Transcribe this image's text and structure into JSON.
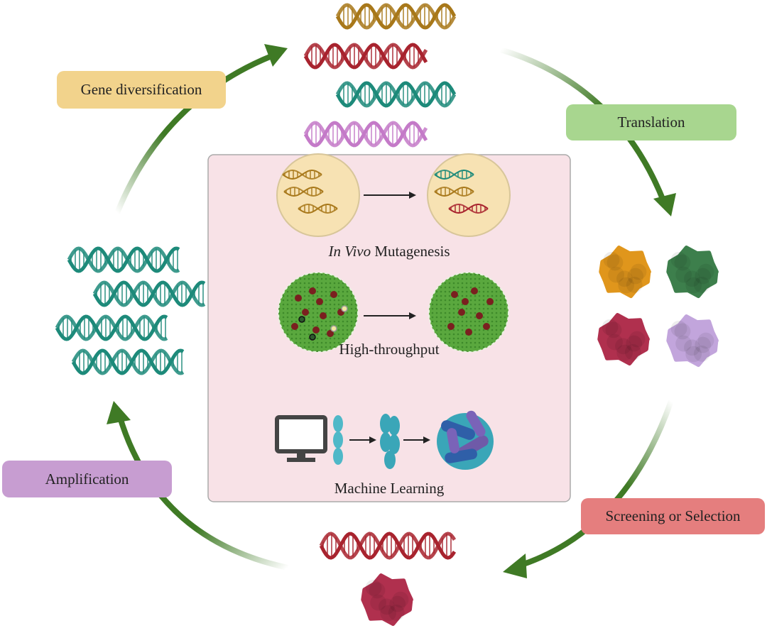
{
  "steps": {
    "gene_diversification": "Gene diversification",
    "translation": "Translation",
    "screening": "Screening or Selection",
    "amplification": "Amplification"
  },
  "methods": {
    "in_vivo_italic": "In Vivo",
    "in_vivo_rest": " Mutagenesis",
    "high_throughput": "High-throughput",
    "machine_learning": "Machine Learning"
  },
  "colors": {
    "arrow": "#3f7a25",
    "gene_diversification": "#f2d38c",
    "translation": "#a8d68f",
    "screening": "#e57e7e",
    "amplification": "#c79dd1",
    "panel": "#f8e2e7",
    "dna_gold": "#a8781a",
    "dna_red": "#a8232e",
    "dna_teal": "#1d8a7a",
    "dna_pink": "#c47ac8",
    "protein_orange": "#e0961c",
    "protein_green": "#3d7f4c",
    "protein_crimson": "#b0304e",
    "protein_lavender": "#c2a5dc"
  }
}
